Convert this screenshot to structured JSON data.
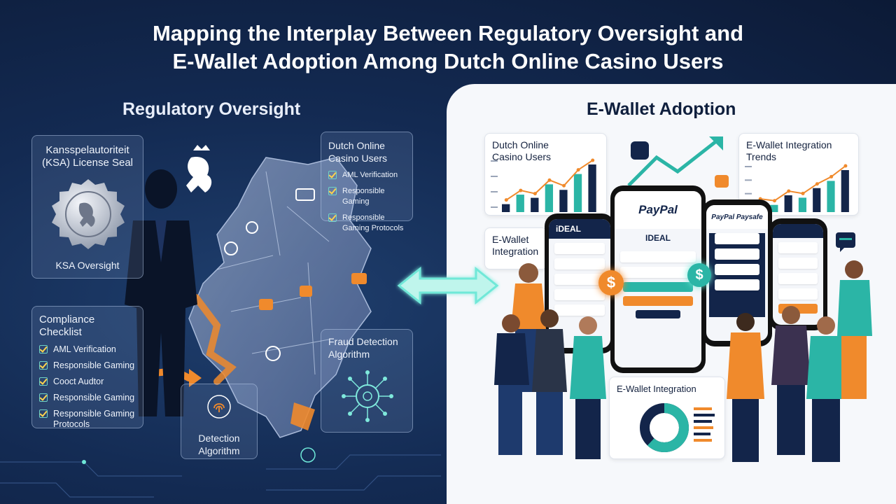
{
  "title_line1": "Mapping the Interplay Between Regulatory Oversight and",
  "title_line2": "E-Wallet Adoption Among Dutch Online Casino Users",
  "left": {
    "section_title": "Regulatory Oversight",
    "ksa_card": {
      "title": "Kansspelautoriteit (KSA) License Seal",
      "footer": "KSA Oversight"
    },
    "users_card": {
      "title": "Dutch Online Casino Users",
      "items": [
        "AML Verification",
        "Responsible Gaming",
        "Responsible Gaming Protocols"
      ]
    },
    "compliance_card": {
      "title": "Compliance Checklist",
      "items": [
        "AML Verification",
        "Responsible Gaming",
        "Cooct Audtor",
        "Responsible Gaming",
        "Responsible Gaming Protocols"
      ]
    },
    "fraud_card": {
      "title": "Fraud Detection Algorithm"
    },
    "detection_card": {
      "title": "Detection Algorithm"
    }
  },
  "right": {
    "section_title": "E-Wallet Adoption",
    "users_chart": {
      "title": "Dutch Online Casino Users",
      "values": [
        10,
        22,
        18,
        35,
        28,
        48,
        60
      ]
    },
    "trends_chart": {
      "title": "E-Wallet Integration Trends",
      "values": [
        15,
        12,
        28,
        24,
        40,
        52,
        70
      ]
    },
    "integration_card": {
      "title": "E-Wallet Integration"
    },
    "donut_card": {
      "title": "E-Wallet Integration",
      "share": 0.62
    },
    "phones": {
      "ideal_label": "iDEAL",
      "paypal_label": "PayPal",
      "ideal_screen_label": "IDEAL",
      "paypal_paysafe_label": "PayPal Paysafe"
    }
  },
  "colors": {
    "navy": "#13254a",
    "teal": "#2bb5a6",
    "orange": "#f08a2c",
    "accent_glow": "#6fe8d8"
  }
}
